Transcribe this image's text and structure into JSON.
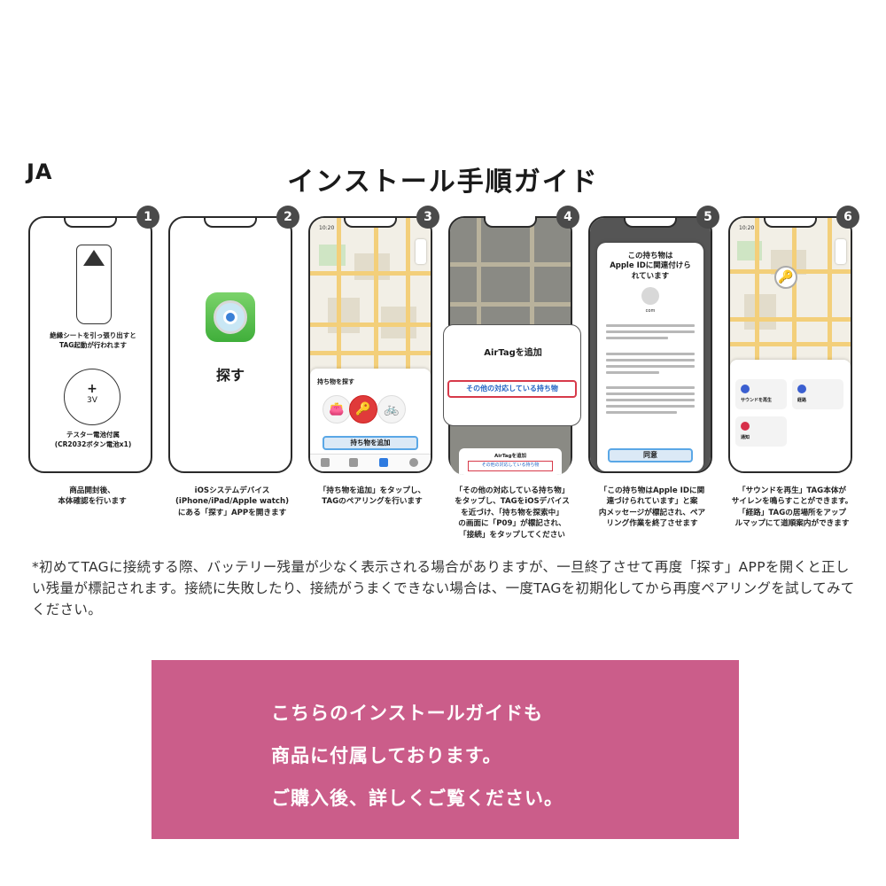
{
  "header": {
    "lang": "JA",
    "title": "インストール手順ガイド"
  },
  "steps": [
    {
      "num": "1",
      "screen_text_1": "絶縁シートを引っ張り出すと\nTAG起動が行われます",
      "battery_plus": "+",
      "battery_volt": "3V",
      "screen_text_2": "テスター電池付属\n(CR2032ボタン電池x1)",
      "caption": "商品開封後、\n本体確認を行います"
    },
    {
      "num": "2",
      "app_name": "探す",
      "caption": "iOSシステムデバイス\n(iPhone/iPad/Apple watch)\nにある「探す」APPを開きます"
    },
    {
      "num": "3",
      "status": "10:20",
      "sheet_title": "持ち物を探す",
      "button": "持ち物を追加",
      "caption": "「持ち物を追加」をタップし、\nTAGのペアリングを行います"
    },
    {
      "num": "4",
      "popup_title": "AirTagを追加",
      "popup_option": "その他の対応している持ち物",
      "sub_title": "AirTagを追加",
      "sub_option": "その他の対応している持ち物",
      "caption": "「その他の対応している持ち物」\nをタップし、TAGをiOSデバイス\nを近づけ、「持ち物を探索中」\nの画面に「P09」が標記され、\n「接続」をタップしてください"
    },
    {
      "num": "5",
      "card_title": "この持ち物は\nApple IDに関連付けら\nれています",
      "account": "com",
      "button": "同意",
      "caption": "「この持ち物はApple IDに関\n連づけられています」と案\n内メッセージが標記され、ペア\nリング作業を終了させます"
    },
    {
      "num": "6",
      "status": "10:20",
      "tile_1": "サウンドを再生",
      "tile_2": "経路",
      "tile_3": "通知",
      "caption": "「サウンドを再生」TAG本体が\nサイレンを鳴らすことができます。\n「経路」TAGの居場所をアップ\nルマップにて道順案内ができます"
    }
  ],
  "note": "*初めてTAGに接続する際、バッテリー残量が少なく表示される場合がありますが、一旦終了させて再度「探す」APPを開くと正しい残量が標記されます。接続に失敗したり、接続がうまくできない場合は、一度TAGを初期化してから再度ペアリングを試してみてください。",
  "banner": {
    "line_1": "こちらのインストールガイドも",
    "line_2": "商品に付属しております。",
    "line_3": "ご購入後、詳しくご覧ください。",
    "color": "#cb5d8a"
  }
}
